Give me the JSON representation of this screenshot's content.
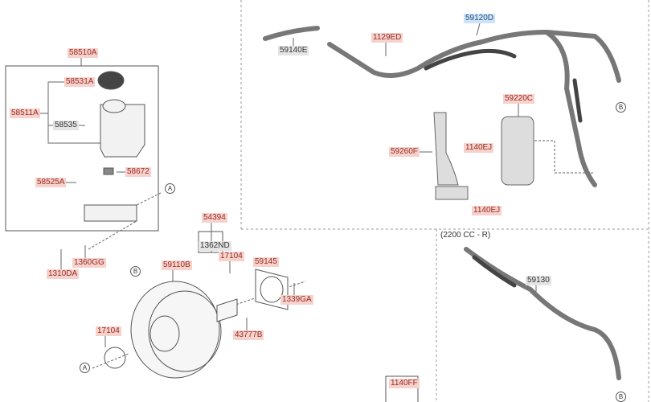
{
  "diagram": {
    "variant_note": "(2200 CC - R)",
    "parts": {
      "p58510A": "58510A",
      "p58531A": "58531A",
      "p58511A": "58511A",
      "p58535": "58535",
      "p58672": "58672",
      "p58525A": "58525A",
      "p59140E": "59140E",
      "p1129ED": "1129ED",
      "p59120D": "59120D",
      "p59220C": "59220C",
      "p59260F": "59260F",
      "p1140EJ_a": "1140EJ",
      "p1140EJ_b": "1140EJ",
      "p54394": "54394",
      "p1362ND": "1362ND",
      "p17104_a": "17104",
      "p59110B": "59110B",
      "p59145": "59145",
      "p1310DA": "1310DA",
      "p1360GG": "1360GG",
      "p1339GA": "1339GA",
      "p43777B": "43777B",
      "p17104_b": "17104",
      "p1140FF": "1140FF",
      "p59130": "59130"
    },
    "refs": {
      "a1": "A",
      "b1": "B",
      "a2": "A",
      "b2": "B",
      "b3": "B"
    },
    "colors": {
      "highlight": "#f6d2cc",
      "selected": "#cfe3f6",
      "neutral": "#e4e4e4"
    }
  }
}
